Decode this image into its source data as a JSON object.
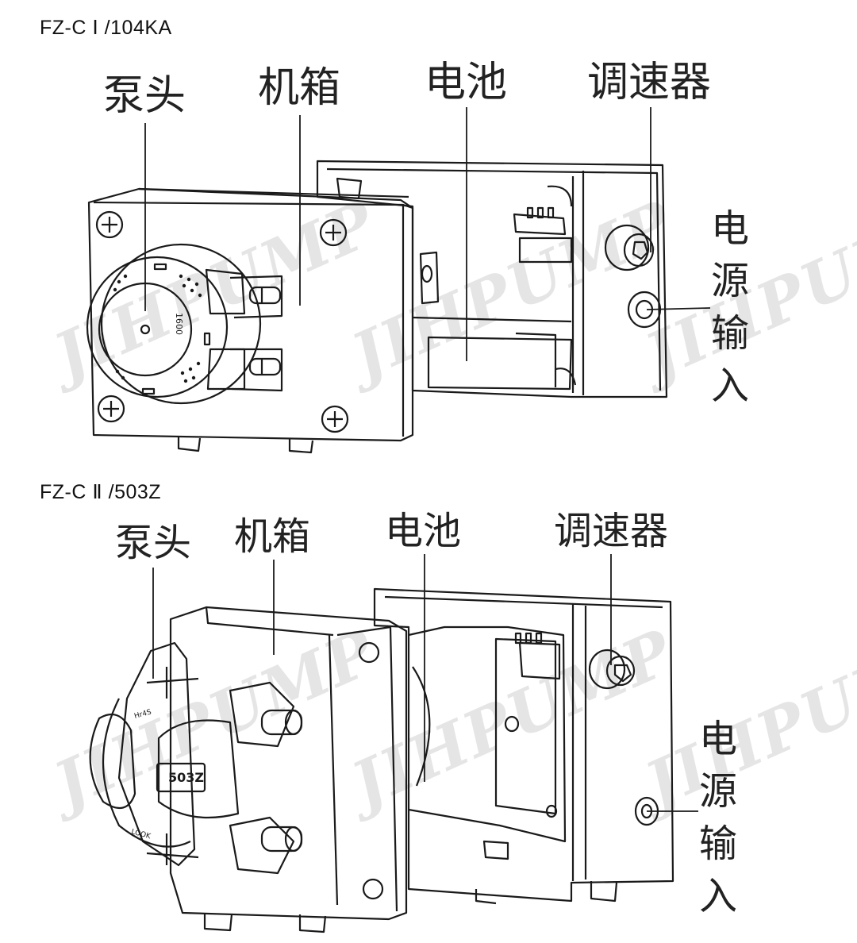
{
  "diagram1": {
    "model": "FZ-C Ⅰ /104KA",
    "labels": {
      "pump_head": "泵头",
      "chassis": "机箱",
      "battery": "电池",
      "speed_controller": "调速器"
    },
    "power_input": [
      "电",
      "源",
      "输",
      "入"
    ],
    "part_marking": "1600"
  },
  "diagram2": {
    "model": "FZ-C Ⅱ /503Z",
    "labels": {
      "pump_head": "泵头",
      "chassis": "机箱",
      "battery": "电池",
      "speed_controller": "调速器"
    },
    "power_input": [
      "电",
      "源",
      "输",
      "入"
    ],
    "part_marking": "503Z",
    "arrow_marking_top": "Hr4S",
    "arrow_marking_bottom": "LOOK"
  },
  "watermark": "JIHPUMP"
}
